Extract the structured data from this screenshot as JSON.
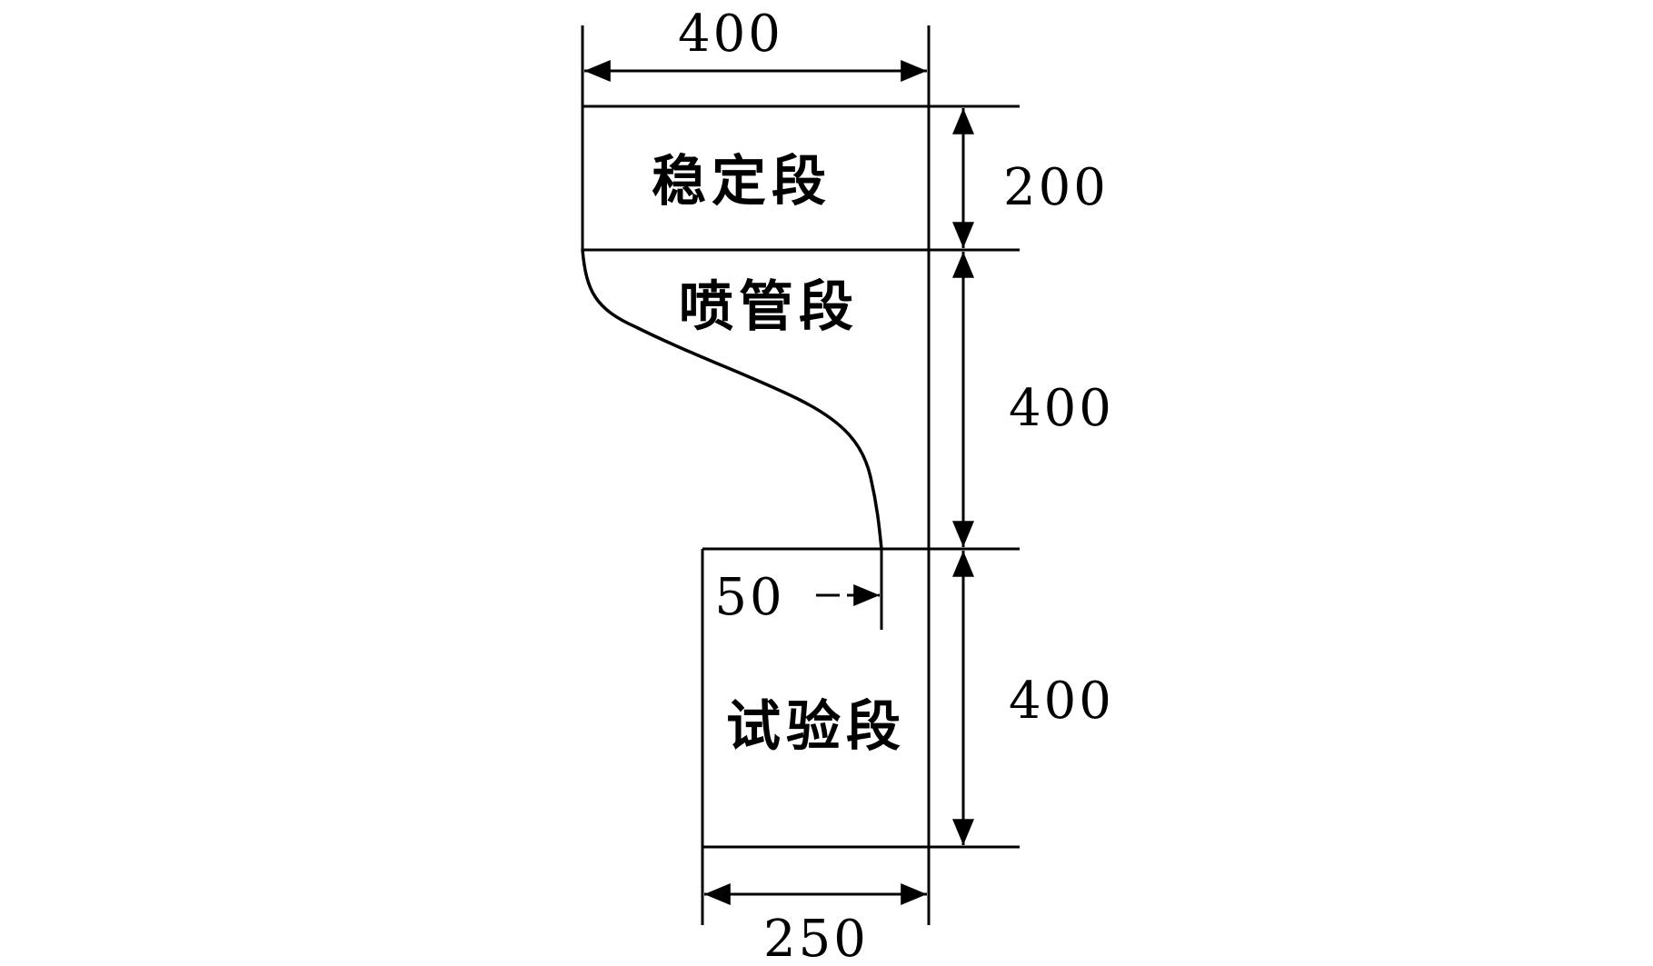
{
  "sections": {
    "stabilizer": "稳定段",
    "nozzle": "喷管段",
    "test": "试验段"
  },
  "dimensions": {
    "top_width": "400",
    "stabilizer_height": "200",
    "nozzle_height": "400",
    "test_height": "400",
    "bottom_width": "250",
    "offset": "50"
  }
}
